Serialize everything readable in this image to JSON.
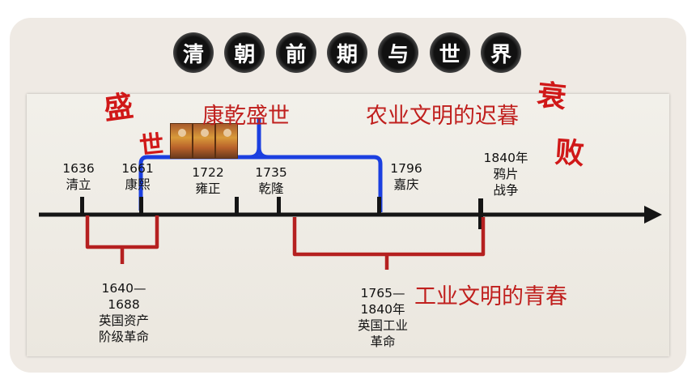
{
  "title_chars": [
    "清",
    "朝",
    "前",
    "期",
    "与",
    "世",
    "界"
  ],
  "headline_kangqian": "康乾盛世",
  "headline_agri": "农业文明的迟暮",
  "headline_industry": "工业文明的青春",
  "handwritten": {
    "sheng": "盛",
    "shi": "世",
    "shuai": "衰",
    "bai": "败"
  },
  "events": [
    {
      "year": "1636",
      "name": "清立"
    },
    {
      "year": "1661",
      "name": "康熙"
    },
    {
      "year": "1722",
      "name": "雍正"
    },
    {
      "year": "1735",
      "name": "乾隆"
    },
    {
      "year": "1796",
      "name": "嘉庆"
    },
    {
      "year": "1840年",
      "name": "鸦片",
      "name2": "战争"
    }
  ],
  "bracket_left": {
    "line1": "1640—",
    "line2": "1688",
    "line3": "英国资产",
    "line4": "阶级革命"
  },
  "bracket_right": {
    "line1": "1765—",
    "line2": "1840年",
    "line3": "英国工业",
    "line4": "革命"
  },
  "colors": {
    "blue": "#1b3fe0",
    "red": "#b52020",
    "axis": "#151515"
  }
}
